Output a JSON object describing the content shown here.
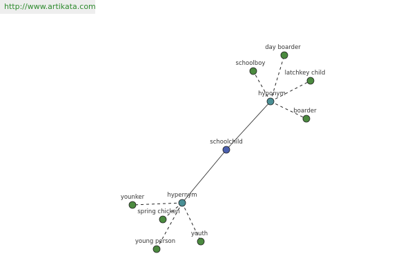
{
  "watermark": "http://www.artikata.com",
  "colors": {
    "center": "#4a5fae",
    "relation": "#4a8f95",
    "term": "#4b8a3f"
  },
  "graph": {
    "nodes": [
      {
        "id": "schoolchild",
        "label": "schoolchild",
        "kind": "center"
      },
      {
        "id": "hyponym",
        "label": "hyponym",
        "kind": "relation"
      },
      {
        "id": "hypernym",
        "label": "hypernym",
        "kind": "relation"
      },
      {
        "id": "day-boarder",
        "label": "day boarder",
        "kind": "term"
      },
      {
        "id": "schoolboy",
        "label": "schoolboy",
        "kind": "term"
      },
      {
        "id": "latchkey-child",
        "label": "latchkey child",
        "kind": "term"
      },
      {
        "id": "boarder",
        "label": "boarder",
        "kind": "term"
      },
      {
        "id": "younker",
        "label": "younker",
        "kind": "term"
      },
      {
        "id": "spring-chicken",
        "label": "spring chicken",
        "kind": "term"
      },
      {
        "id": "young-person",
        "label": "young person",
        "kind": "term"
      },
      {
        "id": "youth",
        "label": "youth",
        "kind": "term"
      }
    ],
    "edges": [
      {
        "from": "schoolchild",
        "to": "hyponym",
        "style": "solid"
      },
      {
        "from": "schoolchild",
        "to": "hypernym",
        "style": "solid"
      },
      {
        "from": "hyponym",
        "to": "day-boarder",
        "style": "dashed"
      },
      {
        "from": "hyponym",
        "to": "schoolboy",
        "style": "dashed"
      },
      {
        "from": "hyponym",
        "to": "latchkey-child",
        "style": "dashed"
      },
      {
        "from": "hyponym",
        "to": "boarder",
        "style": "dashed"
      },
      {
        "from": "hypernym",
        "to": "younker",
        "style": "dashed"
      },
      {
        "from": "hypernym",
        "to": "spring-chicken",
        "style": "dashed"
      },
      {
        "from": "hypernym",
        "to": "young-person",
        "style": "dashed"
      },
      {
        "from": "hypernym",
        "to": "youth",
        "style": "dashed"
      }
    ]
  }
}
